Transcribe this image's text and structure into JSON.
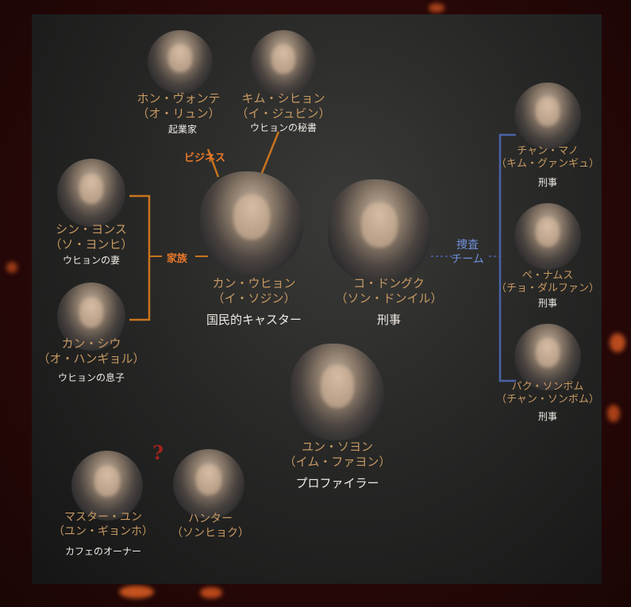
{
  "colors": {
    "background": "#2a0808",
    "panel": "#262625",
    "name_text": "#c79a62",
    "role_text": "#f1ece4",
    "family_bracket": "#c8741f",
    "business_line": "#c8741f",
    "team_bracket": "#4a63a8",
    "question_mark": "#a1231d"
  },
  "relations": {
    "business": "ビジネス",
    "family": "家族",
    "team": [
      "捜査",
      "チーム"
    ],
    "unknown": "?"
  },
  "characters": {
    "hong": {
      "name": "ホン・ヴォンテ",
      "actor": "（オ・リュン）",
      "role": "起業家"
    },
    "kim_shihyon": {
      "name": "キム・シヒョン",
      "actor": "（イ・ジュビン）",
      "role": "ウヒョンの秘書"
    },
    "shin": {
      "name": "シン・ヨンス",
      "actor": "（ソ・ヨンヒ）",
      "role": "ウヒョンの妻"
    },
    "kang_shiu": {
      "name": "カン・シウ",
      "actor": "（オ・ハンギョル）",
      "role": "ウヒョンの息子"
    },
    "kang_wuhyon": {
      "name": "カン・ウヒョン",
      "actor": "（イ・ソジン）",
      "role": "国民的キャスター"
    },
    "ko": {
      "name": "コ・ドングク",
      "actor": "（ソン・ドンイル）",
      "role": "刑事"
    },
    "yun_sonyon": {
      "name": "ユン・ソヨン",
      "actor": "（イム・ファヨン）",
      "role": "プロファイラー"
    },
    "master": {
      "name": "マスター・ユン",
      "actor": "（ユン・ギョンホ）",
      "role": "カフェのオーナー"
    },
    "hunter": {
      "name": "ハンター",
      "actor": "（ソンヒョク）",
      "role": ""
    },
    "chang": {
      "name": "チャン・マノ",
      "actor": "（キム・グァンギュ）",
      "role": "刑事"
    },
    "bae": {
      "name": "ペ・ナムス",
      "actor": "（チョ・ダルファン）",
      "role": "刑事"
    },
    "park": {
      "name": "パク・ソンボム",
      "actor": "（チャン・ソンボム）",
      "role": "刑事"
    }
  }
}
